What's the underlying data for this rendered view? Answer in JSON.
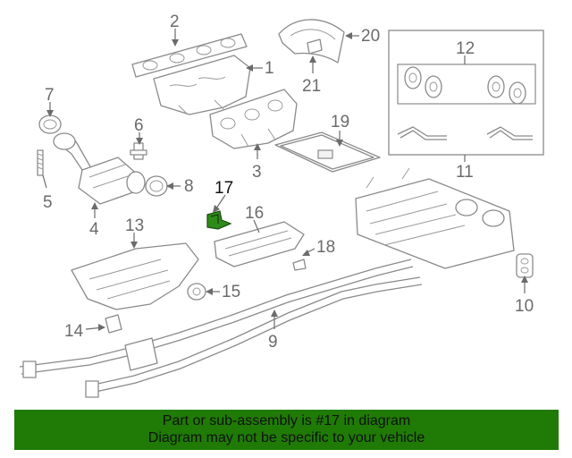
{
  "diagram": {
    "callouts": {
      "c1": "1",
      "c2": "2",
      "c3": "3",
      "c4": "4",
      "c5": "5",
      "c6": "6",
      "c7": "7",
      "c8": "8",
      "c9": "9",
      "c10": "10",
      "c11": "11",
      "c12": "12",
      "c13": "13",
      "c14": "14",
      "c15": "15",
      "c16": "16",
      "c17": "17",
      "c18": "18",
      "c19": "19",
      "c20": "20",
      "c21": "21"
    },
    "highlight_part": "17",
    "colors": {
      "highlight": "#2e8b1a",
      "banner": "#1f7a06",
      "line": "#8a8a8a"
    }
  },
  "banner": {
    "line1": "Part or sub-assembly is #17 in diagram",
    "line2": "Diagram may not be specific to your vehicle"
  }
}
